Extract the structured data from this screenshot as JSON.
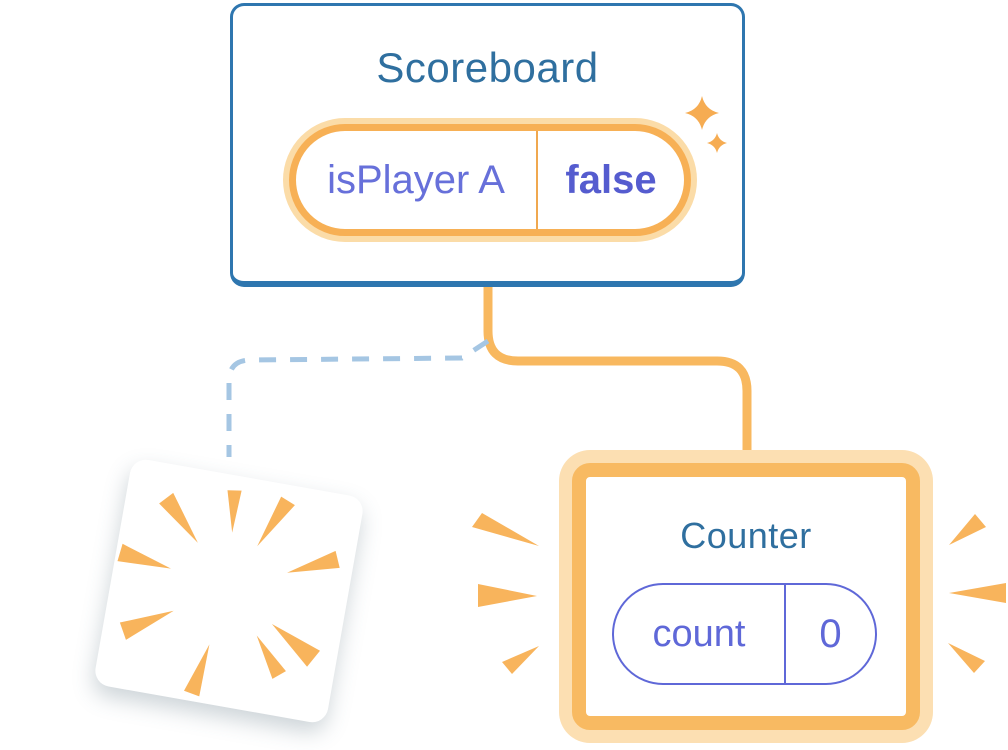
{
  "diagram": {
    "scoreboard": {
      "title": "Scoreboard",
      "state": {
        "key": "isPlayer A",
        "value": "false"
      }
    },
    "counter": {
      "title": "Counter",
      "state": {
        "key": "count",
        "value": "0"
      }
    },
    "colors": {
      "card_border_blue": "#2E76AF",
      "title_blue": "#2F6F9F",
      "state_key_purple": "#6770DA",
      "state_value_purple": "#555CCF",
      "counter_pill_purple": "#5F68D8",
      "ring_orange": "#F8BA62",
      "ring_halo_orange": "#FCDFB2",
      "connector_orange": "#F8B85F",
      "accent_orange": "#F6AC52",
      "dashed_branch_blue": "#A5C6E3"
    }
  }
}
